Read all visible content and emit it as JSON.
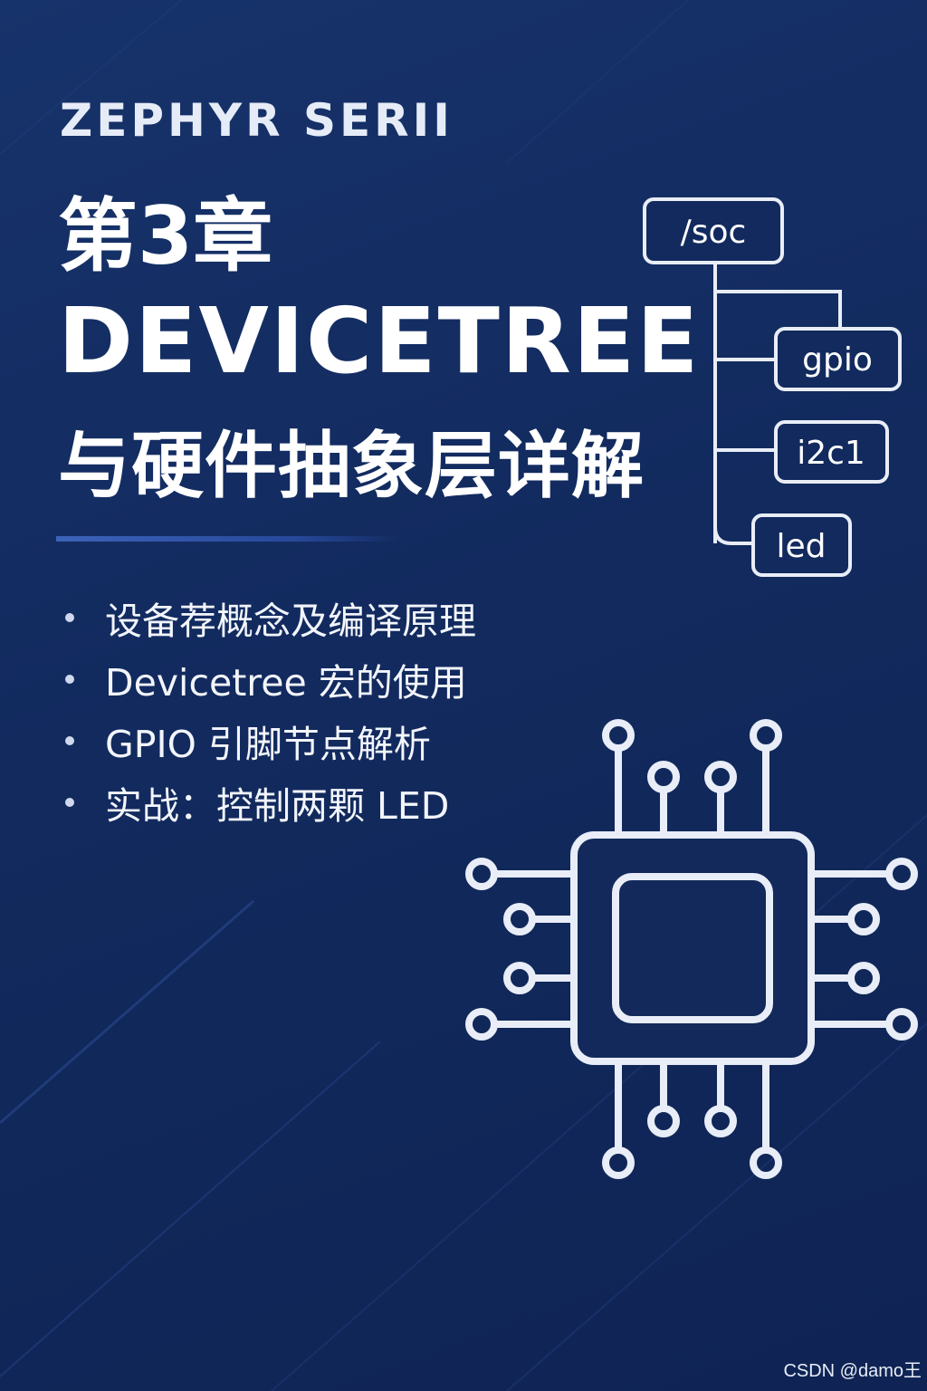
{
  "header": {
    "series": "ZEPHYR SERII",
    "chapter": "第3章",
    "title": "DEVICETREE",
    "subtitle": "与硬件抽象层详解"
  },
  "bullets": [
    "设备荐概念及编译原理",
    "Devicetree 宏的使用",
    "GPIO 引脚节点解析",
    "实战：控制两颗 LED"
  ],
  "tree": {
    "root": "/soc",
    "children": [
      "gpio",
      "i2c1",
      "led"
    ]
  },
  "watermark": "CSDN @damo王",
  "colors": {
    "background": "#122a5e",
    "accent": "#3b63b8",
    "outline": "#e8edf7"
  },
  "icons": [
    "chip-icon",
    "devicetree-diagram"
  ]
}
